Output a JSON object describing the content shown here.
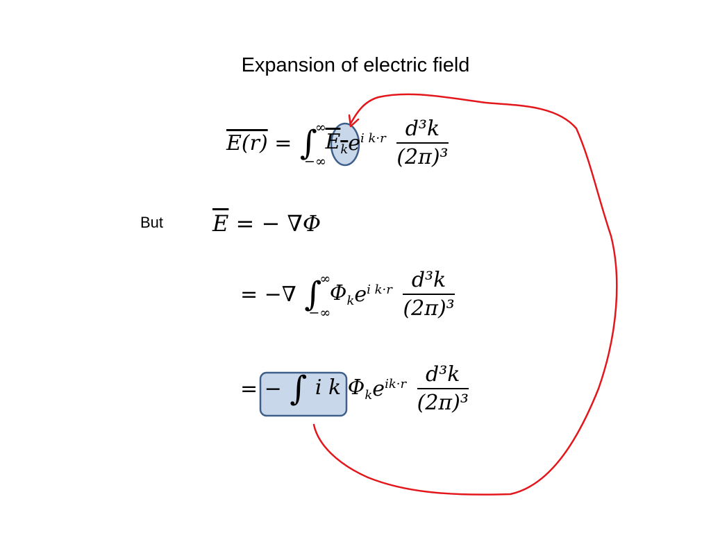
{
  "slide": {
    "title": "Expansion of electric field",
    "but_label": "But"
  },
  "equations": {
    "eq1": {
      "lhs": "E(r)",
      "equals": "=",
      "int_upper": "∞",
      "int_lower": "−∞",
      "term": "E",
      "term_sub": "k",
      "exp_base": "e",
      "exponent": "i k·r",
      "frac_num": "d³k",
      "frac_den": "(2π)³"
    },
    "eq2": {
      "lhs": "E",
      "rhs": "= − ∇Φ"
    },
    "eq3": {
      "lead": "= −∇",
      "int_upper": "∞",
      "int_lower": "−∞",
      "term": "Φ",
      "term_sub": "k",
      "exp_base": "e",
      "exponent": "i k·r",
      "frac_num": "d³k",
      "frac_den": "(2π)³"
    },
    "eq4": {
      "lead": "= −",
      "term": "i k Φ",
      "term_sub": "k",
      "exp_base": "e",
      "exponent": "ik·r",
      "frac_num": "d³k",
      "frac_den": "(2π)³"
    }
  },
  "annotations": {
    "ellipse_fill": "#c9d7ea",
    "ellipse_stroke": "#3e5f8a",
    "box_fill": "#c9d7ea",
    "box_stroke": "#3e5f8a",
    "arrow_color": "#e3161b"
  }
}
